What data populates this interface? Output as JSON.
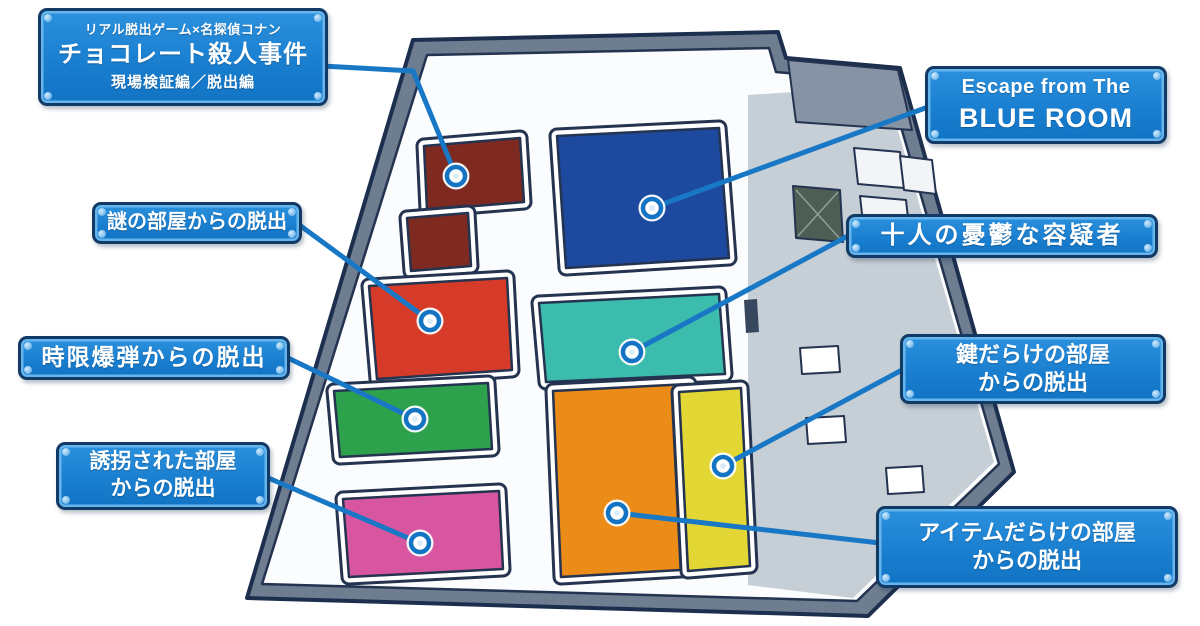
{
  "illustration": {
    "connector_color": "#1878c6",
    "outline_color": "#24334f"
  },
  "callouts": {
    "chocolate": {
      "top": "リアル脱出ゲーム×名探偵コナン",
      "title": "チョコレート殺人事件",
      "bottom": "現場検証編／脱出編"
    },
    "mystery_room": {
      "label": "謎の部屋からの脱出"
    },
    "time_bomb": {
      "label": "時限爆弾からの脱出"
    },
    "kidnapped_room": {
      "label": "誘拐された部屋\nからの脱出"
    },
    "blue_room": {
      "line1": "Escape from The",
      "line2": "BLUE ROOM"
    },
    "ten_suspects": {
      "label": "十人の憂鬱な容疑者"
    },
    "keys_room": {
      "label": "鍵だらけの部屋\nからの脱出"
    },
    "items_room": {
      "label": "アイテムだらけの部屋\nからの脱出"
    }
  },
  "rooms": {
    "chocolate": {
      "color": "#7f2a21"
    },
    "blue": {
      "color": "#1d4a9e"
    },
    "mystery": {
      "color": "#d63b2a"
    },
    "suspects": {
      "color": "#3cbcac"
    },
    "bomb": {
      "color": "#2da14c"
    },
    "items": {
      "color": "#ec8c18"
    },
    "keys": {
      "color": "#e3d735"
    },
    "kidnapped": {
      "color": "#d8569f"
    }
  }
}
